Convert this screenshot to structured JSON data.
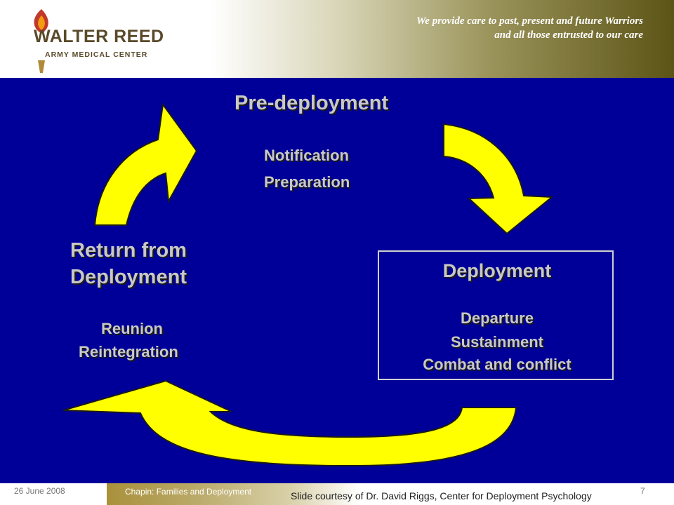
{
  "header": {
    "logo_line1": "WALTER REED",
    "logo_line2": "ARMY MEDICAL CENTER",
    "tagline_line1": "We provide care to past, present and future Warriors",
    "tagline_line2": "and all those entrusted to our care"
  },
  "diagram": {
    "pre_deployment": {
      "title": "Pre-deployment",
      "items": [
        "Notification",
        "Preparation"
      ]
    },
    "deployment": {
      "title": "Deployment",
      "items": [
        "Departure",
        "Sustainment",
        "Combat and conflict"
      ]
    },
    "return": {
      "title_line1": "Return from",
      "title_line2": "Deployment",
      "items": [
        "Reunion",
        "Reintegration"
      ]
    },
    "colors": {
      "background": "#000099",
      "arrow_fill": "#ffff00",
      "text": "#c8c8c8"
    }
  },
  "footer": {
    "date": "26 June 2008",
    "title": "Chapin: Families and Deployment",
    "credit": "Slide courtesy of Dr. David Riggs, Center for Deployment Psychology",
    "page": "7"
  }
}
